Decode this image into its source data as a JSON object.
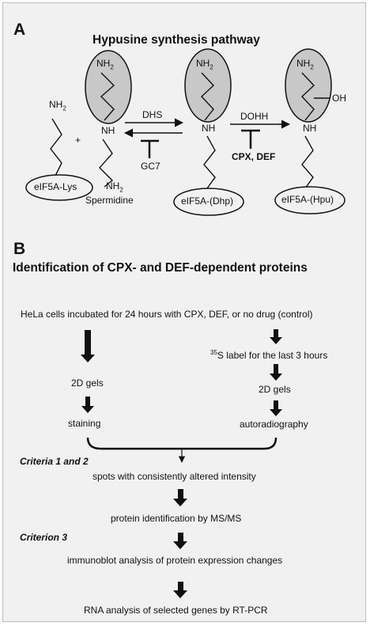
{
  "panel_a": {
    "letter": "A",
    "title": "Hypusine synthesis pathway",
    "eif5a_lys": {
      "nh": "NH",
      "nh_sub": "2",
      "box": "eIF5A-Lys"
    },
    "plus": "+",
    "spermidine": {
      "nh2_top": "NH",
      "nh2_top_sub": "2",
      "nh": "NH",
      "nh2_bottom": "NH",
      "nh2_bottom_sub": "2",
      "label": "Spermidine"
    },
    "dhs": "DHS",
    "gc7": "GC7",
    "dhp": {
      "nh2": "NH",
      "nh2_sub": "2",
      "nh": "NH",
      "box": "eIF5A-(Dhp)"
    },
    "dohh": "DOHH",
    "inhibitors": "CPX, DEF",
    "hpu": {
      "nh2": "NH",
      "nh2_sub": "2",
      "oh": "OH",
      "nh": "NH",
      "box": "eIF5A-(Hpu)"
    }
  },
  "panel_b": {
    "letter": "B",
    "title": "Identification of CPX- and DEF-dependent proteins",
    "intro": "HeLa cells incubated for 24 hours with CPX, DEF, or no drug (control)",
    "left_gels": "2D gels",
    "staining": "staining",
    "label_sup": "35",
    "label_text": "S label for the last 3 hours",
    "right_gels": "2D gels",
    "autoradiography": "autoradiography",
    "criteria_1_2": "Criteria 1 and 2",
    "spots": "spots with consistently altered intensity",
    "msms": "protein identification by MS/MS",
    "criterion_3": "Criterion 3",
    "immunoblot": "immunoblot analysis of protein expression changes",
    "rna": "RNA analysis of selected genes by RT-PCR"
  },
  "colors": {
    "frame_bg": "#f1f1f1",
    "oval_fill": "#c8c8c8",
    "ink": "#111111"
  }
}
